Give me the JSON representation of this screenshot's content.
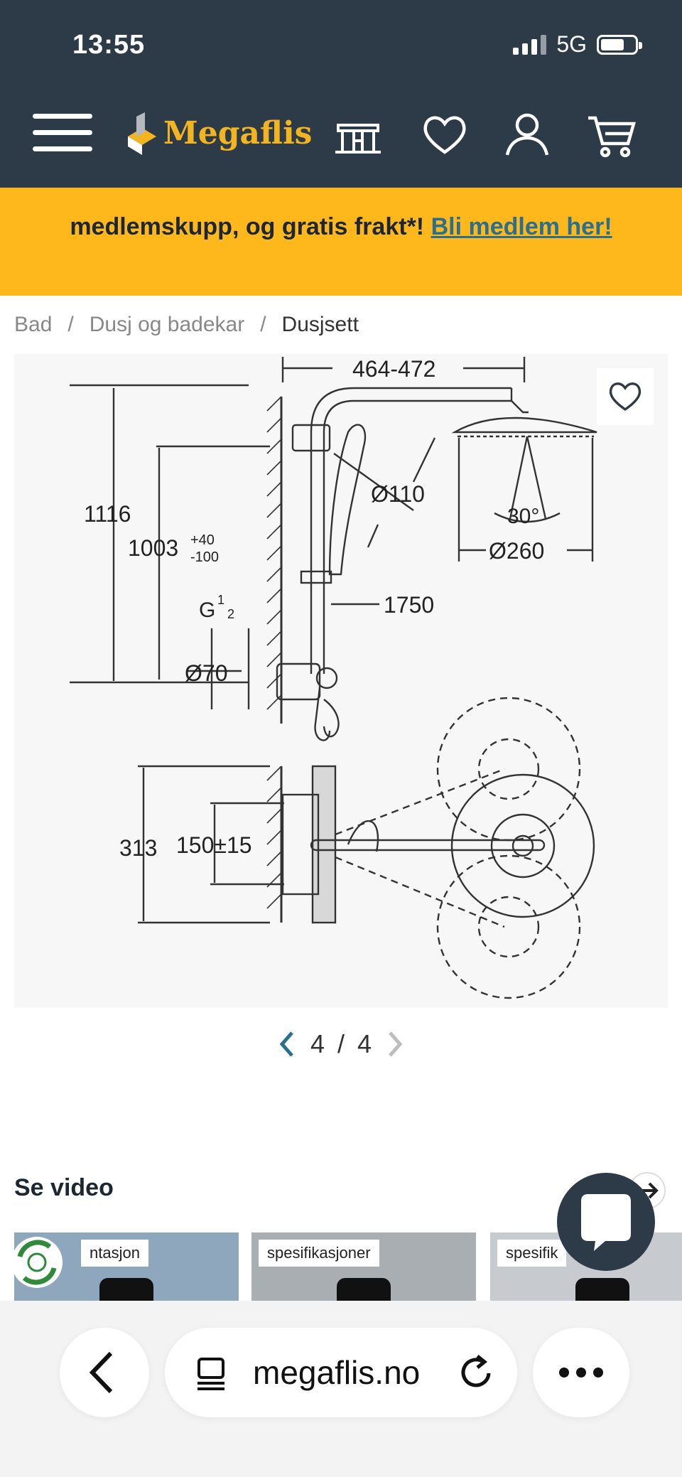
{
  "status": {
    "time": "13:55",
    "network": "5G"
  },
  "header": {
    "logo_text": "Megaflis",
    "icons": [
      "menu-icon",
      "store-icon",
      "heart-icon",
      "user-icon",
      "cart-icon"
    ]
  },
  "banner": {
    "text": "medlemskupp, og gratis frakt",
    "asterisk": "*!",
    "link": "Bli medlem her!"
  },
  "breadcrumb": {
    "items": [
      "Bad",
      "Dusj og badekar"
    ],
    "current": "Dusjsett",
    "separator": "/"
  },
  "drawing": {
    "dim_width": "464-472",
    "dim_height_total": "1116",
    "dim_height": "1003",
    "dim_tol_plus": "+40",
    "dim_tol_minus": "-100",
    "dim_hand_shower": "Ø110",
    "dim_angle": "30°",
    "dim_head": "Ø260",
    "dim_hose": "1750",
    "thread_g": "G",
    "thread_num": "1",
    "thread_den": "2",
    "dim_flange": "Ø70",
    "dim_box": "313",
    "dim_centers": "150±15"
  },
  "pager": {
    "current": "4",
    "separator": "/",
    "total": "4"
  },
  "video": {
    "title": "Se video",
    "cards": [
      {
        "label": "ntasjon"
      },
      {
        "label": "spesifikasjoner"
      },
      {
        "label": "spesifik"
      }
    ]
  },
  "browser": {
    "url": "megaflis.no"
  },
  "colors": {
    "header": "#2d3a48",
    "banner": "#ffb81c",
    "logo": "#f3b51f",
    "link": "#2a6f8e"
  }
}
